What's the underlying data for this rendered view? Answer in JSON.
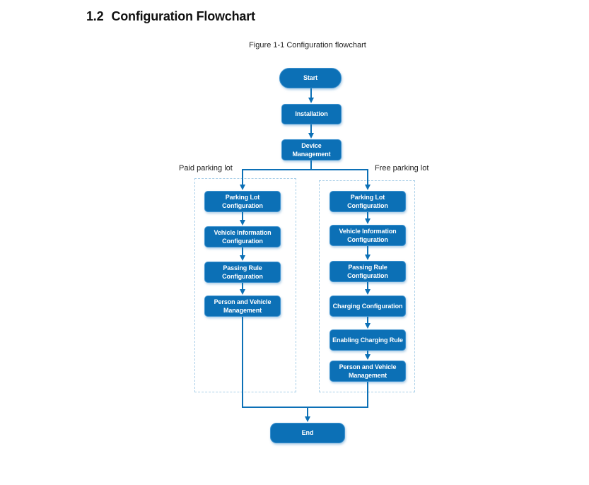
{
  "page": {
    "heading_number": "1.2",
    "heading_title": "Configuration Flowchart",
    "figure_caption": "Figure 1-1 Configuration flowchart"
  },
  "flowchart": {
    "start_label": "Start",
    "installation_label": "Installation",
    "device_management_label": "Device\nManagement",
    "paid_branch_label": "Paid parking lot",
    "free_branch_label": "Free parking lot",
    "end_label": "End",
    "paid_nodes": [
      {
        "label": "Parking Lot\nConfiguration"
      },
      {
        "label": "Vehicle Information\nConfiguration"
      },
      {
        "label": "Passing Rule\nConfiguration"
      },
      {
        "label": "Person and Vehicle\nManagement"
      }
    ],
    "free_nodes": [
      {
        "label": "Parking Lot\nConfiguration"
      },
      {
        "label": "Vehicle Information\nConfiguration"
      },
      {
        "label": "Passing Rule\nConfiguration"
      },
      {
        "label": "Charging Configuration"
      },
      {
        "label": "Enabling Charging Rule"
      },
      {
        "label": "Person and Vehicle\nManagement"
      }
    ],
    "colors": {
      "node_fill": "#0c70b6",
      "connector": "#0c70b6",
      "group_dashed_border": "#a9cfe8"
    }
  }
}
